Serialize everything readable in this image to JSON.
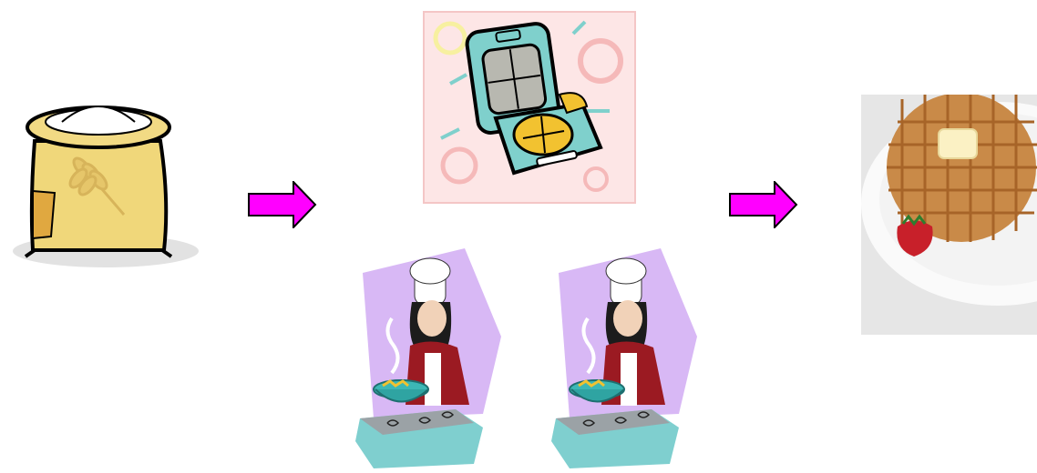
{
  "diagram": {
    "steps": [
      {
        "id": "flour",
        "icon": "flour-sack-icon"
      },
      {
        "id": "arrow-1",
        "icon": "right-arrow-icon",
        "color": "#ff00ff"
      },
      {
        "id": "waffle-iron",
        "icon": "waffle-iron-icon"
      },
      {
        "id": "chef-1",
        "icon": "chef-cooking-icon"
      },
      {
        "id": "chef-2",
        "icon": "chef-cooking-icon"
      },
      {
        "id": "arrow-2",
        "icon": "right-arrow-icon",
        "color": "#ff00ff"
      },
      {
        "id": "waffle",
        "icon": "waffle-with-butter-and-strawberry-icon"
      }
    ],
    "colors": {
      "arrow": "#ff00ff",
      "sack": "#f0d77a",
      "iron": "#7fd0cc",
      "chef_background": "#d8b8f5"
    }
  }
}
